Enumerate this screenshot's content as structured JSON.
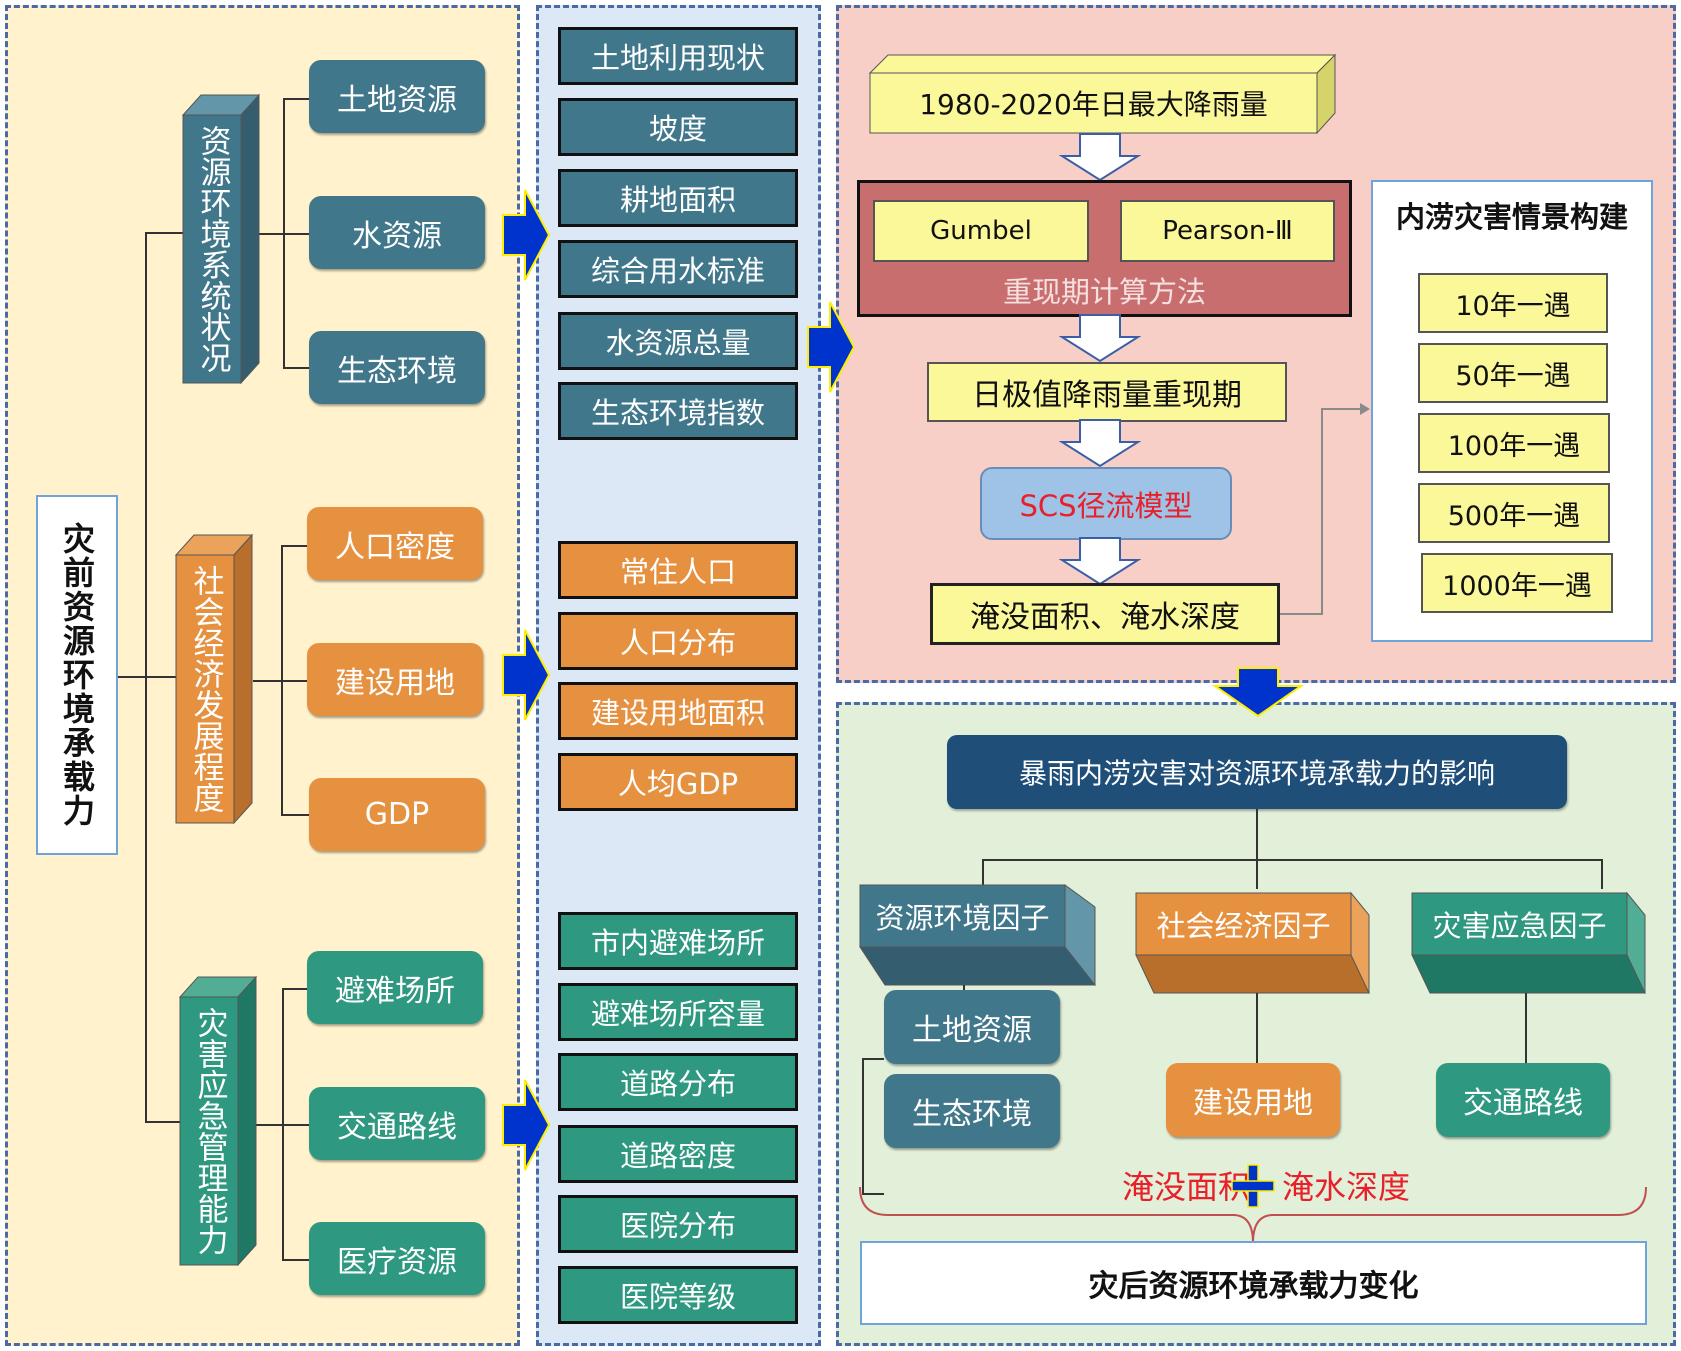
{
  "left": {
    "root": "灾前资源环境承载力",
    "groups": [
      {
        "title": "资源环境系统状况",
        "items": [
          "土地资源",
          "水资源",
          "生态环境"
        ]
      },
      {
        "title": "社会经济发展程度",
        "items": [
          "人口密度",
          "建设用地",
          "GDP"
        ]
      },
      {
        "title": "灾害应急管理能力",
        "items": [
          "避难场所",
          "交通路线",
          "医疗资源"
        ]
      }
    ]
  },
  "middle": {
    "groups": [
      {
        "items": [
          "土地利用现状",
          "坡度",
          "耕地面积",
          "综合用水标准",
          "水资源总量",
          "生态环境指数"
        ]
      },
      {
        "items": [
          "常住人口",
          "人口分布",
          "建设用地面积",
          "人均GDP"
        ]
      },
      {
        "items": [
          "市内避难场所",
          "避难场所容量",
          "道路分布",
          "道路密度",
          "医院分布",
          "医院等级"
        ]
      }
    ]
  },
  "flow": {
    "input": "1980-2020年日最大降雨量",
    "methods": [
      "Gumbel",
      "Pearson-Ⅲ"
    ],
    "methods_title": "重现期计算方法",
    "return_period": "日极值降雨量重现期",
    "model": "SCS径流模型",
    "output": "淹没面积、淹水深度"
  },
  "scenarios": {
    "title": "内涝灾害情景构建",
    "items": [
      "10年一遇",
      "50年一遇",
      "100年一遇",
      "500年一遇",
      "1000年一遇"
    ]
  },
  "impact": {
    "title": "暴雨内涝灾害对资源环境承载力的影响",
    "factors": [
      {
        "title": "资源环境因子",
        "items": [
          "土地资源",
          "生态环境"
        ]
      },
      {
        "title": "社会经济因子",
        "items": [
          "建设用地"
        ]
      },
      {
        "title": "灾害应急因子",
        "items": [
          "交通路线"
        ]
      }
    ],
    "combine_left": "淹没面积",
    "combine_right": "淹水深度",
    "result": "灾后资源环境承载力变化"
  },
  "colors": {
    "teal": "#41778b",
    "orange": "#e69140",
    "green": "#2e9880",
    "arrow": "#0033cc",
    "highlight": "#e8202a"
  }
}
